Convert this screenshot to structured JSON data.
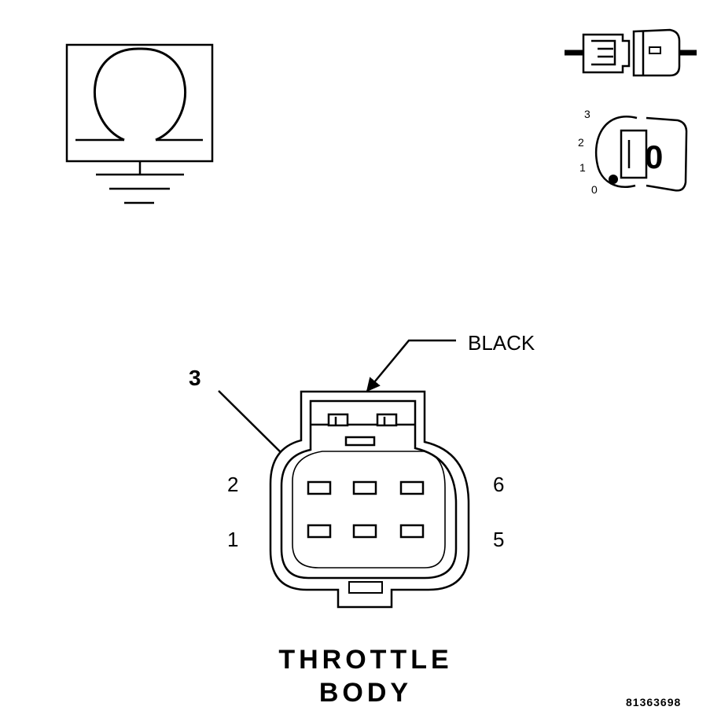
{
  "connector": {
    "color_label": "BLACK",
    "pointer_number": "3",
    "pin_labels": {
      "top_left": "2",
      "bottom_left": "1",
      "top_right": "6",
      "bottom_right": "5"
    }
  },
  "component": {
    "name_line1": "THROTTLE",
    "name_line2": "BODY"
  },
  "ignition_switch": {
    "positions": [
      "3",
      "2",
      "1",
      "0"
    ],
    "key_glyph": "0"
  },
  "figure_number": "81363698",
  "icons": {
    "meter": "ohmmeter-to-ground-icon",
    "connector_state": "connector-disconnected-icon",
    "ignition": "ignition-key-off-icon"
  }
}
